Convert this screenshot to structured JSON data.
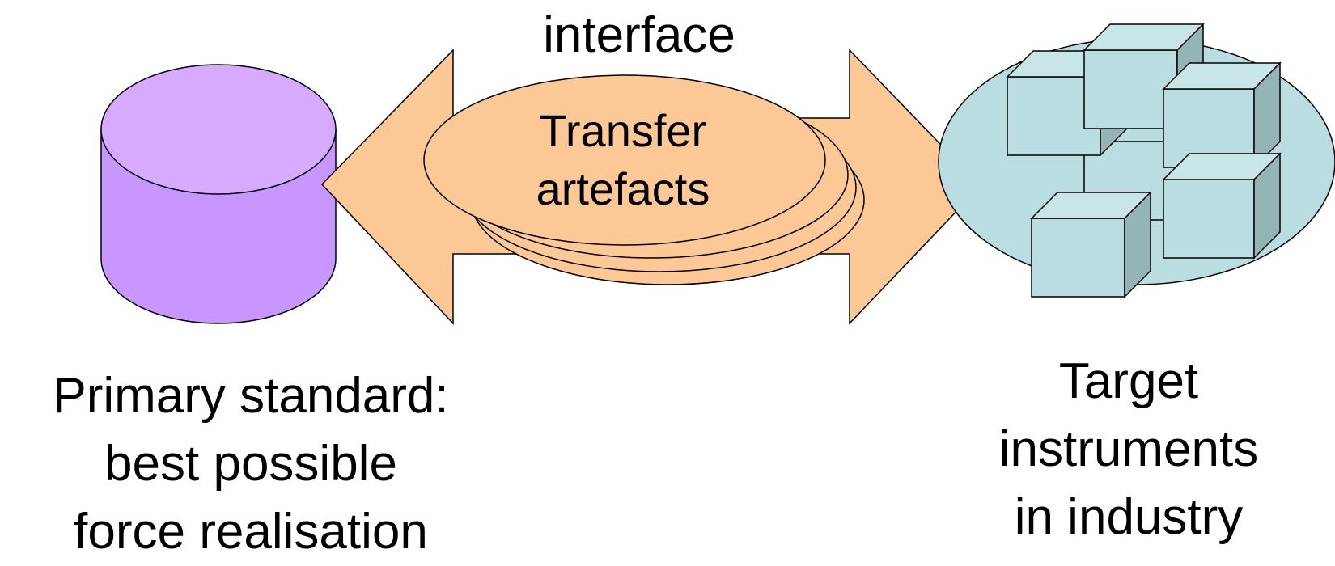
{
  "diagram": {
    "interface_label": "interface",
    "transfer_label": [
      "Transfer",
      "artefacts"
    ],
    "primary_label": [
      "Primary standard:",
      "best possible",
      "force realisation"
    ],
    "target_label": [
      "Target",
      "instruments",
      "in industry"
    ]
  },
  "colors": {
    "cylinder_top": "#d5aaff",
    "cylinder_body": "#c896ff",
    "arrow_fill": "#fcc896",
    "ellipse_fill": "#fcc896",
    "cloud_fill": "#b9dde0",
    "box_front": "#b9dde0",
    "box_top": "#c8e6e8",
    "box_side": "#94b4b6",
    "stroke": "#000000"
  },
  "icons": [
    "database-cylinder-icon",
    "double-arrow-icon",
    "stacked-disks-icon",
    "network-boxes-icon"
  ]
}
